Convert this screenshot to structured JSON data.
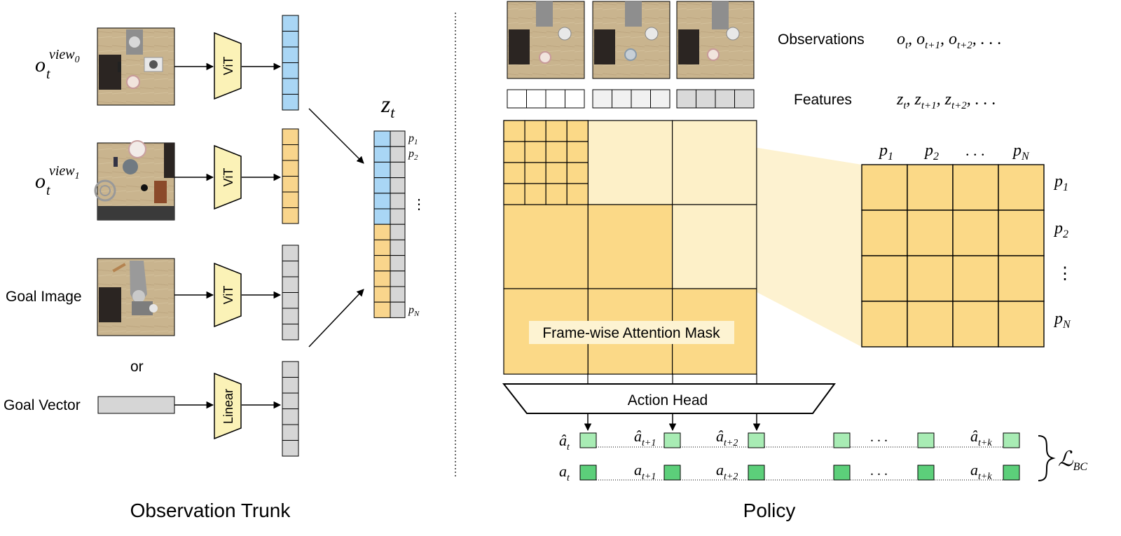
{
  "trunk": {
    "title": "Observation Trunk",
    "inputs": [
      {
        "label": "o",
        "sup": "view",
        "supsub": "0",
        "sub": "t",
        "encoder": "ViT",
        "token_color": "#a9d6f5"
      },
      {
        "label": "o",
        "sup": "view",
        "supsub": "1",
        "sub": "t",
        "encoder": "ViT",
        "token_color": "#f9d58c"
      },
      {
        "label": "Goal Image",
        "encoder": "ViT",
        "token_color": "#d6d6d6"
      },
      {
        "label": "Goal Vector",
        "encoder": "Linear",
        "token_color": "#d6d6d6"
      }
    ],
    "or_label": "or",
    "z_label": "z",
    "z_sub": "t",
    "p_labels": {
      "p1": "1",
      "p2": "2",
      "dots": "⋮",
      "pN": "N",
      "p": "p"
    }
  },
  "policy": {
    "title": "Policy",
    "observations_label": "Observations",
    "observations_math": "o_t, o_{t+1}, o_{t+2}, . . .",
    "features_label": "Features",
    "features_math": "z_t, z_{t+1}, z_{t+2}, . . .",
    "mask_label": "Frame-wise Attention Mask",
    "action_head_label": "Action Head",
    "zoom_cols": [
      "p1",
      "p2",
      ". . .",
      "pN"
    ],
    "zoom_rows": [
      "p1",
      "p2",
      "⋮",
      "pN"
    ],
    "pred_labels": [
      "â_t",
      "â_{t+1}",
      "â_{t+2}",
      "â_{t+k}"
    ],
    "gt_labels": [
      "a_t",
      "a_{t+1}",
      "a_{t+2}",
      "a_{t+k}"
    ],
    "dots": ". . .",
    "loss_label": "ℒ",
    "loss_sub": "BC",
    "colors": {
      "mask_fill": "#fbd987",
      "mask_light": "#fdf0c8",
      "pred_fill": "#a8ecb4",
      "gt_fill": "#5ccf7a",
      "feature_light": "#f1f1f1",
      "feature_dark": "#d9d9d9"
    }
  }
}
